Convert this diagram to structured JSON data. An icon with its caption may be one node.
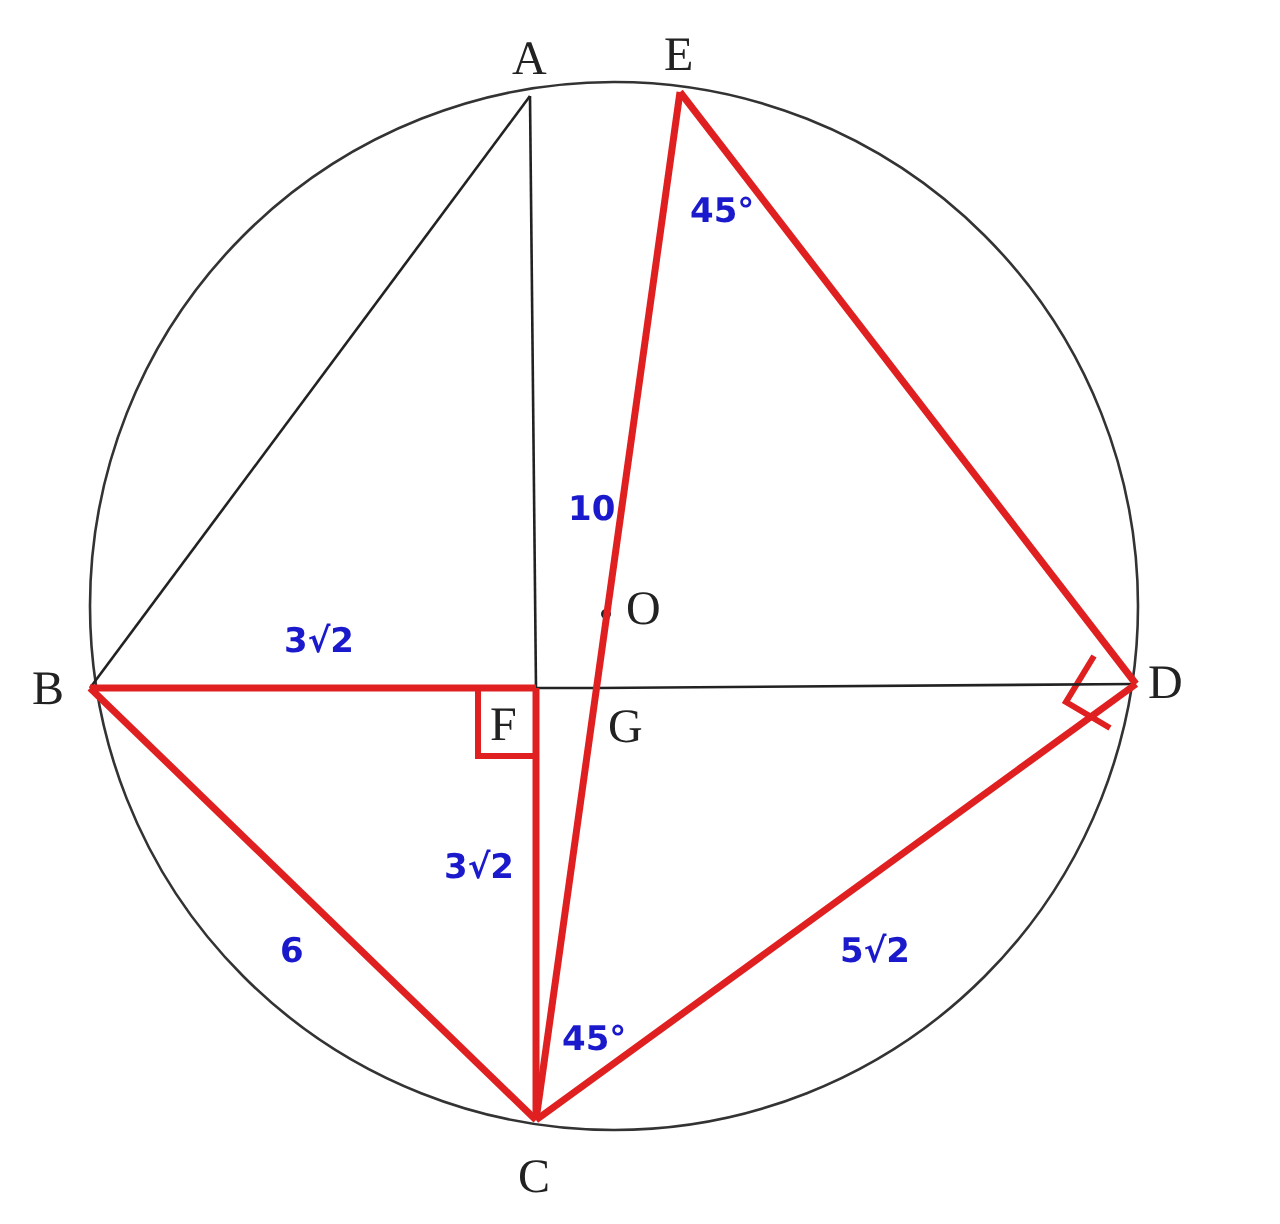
{
  "diagram": {
    "nodes": [
      {
        "text": [
          "A"
        ]
      },
      {
        "text": [
          "E"
        ]
      },
      {
        "text": [
          "B"
        ]
      },
      {
        "text": [
          "F"
        ]
      },
      {
        "text": [
          "G"
        ]
      },
      {
        "text": [
          "O"
        ]
      },
      {
        "text": [
          "D"
        ]
      },
      {
        "text": [
          "C"
        ]
      }
    ],
    "edges": [
      {
        "from": 0,
        "to": 2,
        "arrow": "none",
        "color": "#222222"
      },
      {
        "from": 0,
        "to": 3,
        "arrow": "none",
        "color": "#222222"
      },
      {
        "from": 2,
        "to": 3,
        "arrow": "none",
        "label": "3√2"
      },
      {
        "from": 3,
        "to": 4,
        "arrow": "none",
        "color": "#222222"
      },
      {
        "from": 4,
        "to": 6,
        "arrow": "none",
        "color": "#222222"
      },
      {
        "from": 3,
        "to": 7,
        "arrow": "none",
        "label": "3√2"
      },
      {
        "from": 2,
        "to": 7,
        "arrow": "none",
        "label": "6"
      },
      {
        "from": 1,
        "to": 7,
        "arrow": "none",
        "label": "10"
      },
      {
        "from": 1,
        "to": 6,
        "arrow": "none"
      },
      {
        "from": 6,
        "to": 7,
        "arrow": "none",
        "label": "5√2"
      }
    ],
    "labels": [
      "45°",
      "45°"
    ]
  }
}
